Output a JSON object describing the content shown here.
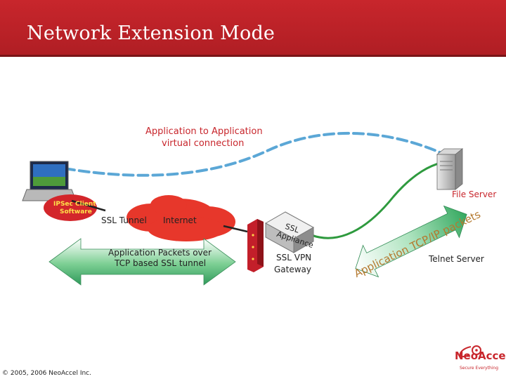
{
  "slide": {
    "title": "Network Extension Mode",
    "footer": "© 2005, 2006 NeoAccel Inc."
  },
  "labels": {
    "app_to_app_line1": "Application to Application",
    "app_to_app_line2": "virtual connection",
    "file_server": "File Server",
    "ipsec_line1": "IPSec Client",
    "ipsec_line2": "Software",
    "ssl_tunnel": "SSL Tunnel",
    "internet": "Internet",
    "app_packets_line1": "Application Packets over",
    "app_packets_line2": "TCP based SSL tunnel",
    "ssl_appliance_line1": "SSL",
    "ssl_appliance_line2": "Appliance",
    "ssl_vpn_line1": "SSL VPN",
    "ssl_vpn_line2": "Gateway",
    "app_tcpip_packets": "Application TCP/IP packets",
    "telnet_server": "Telnet Server"
  },
  "logo": {
    "name": "NeoAccel",
    "tagline": "Secure Everything"
  },
  "colors": {
    "header": "#c8262c",
    "accent_text": "#c8262c",
    "dashed_line": "#5ba7d6",
    "green_link": "#2e9a3e",
    "cloud": "#e7372b",
    "arrow_fill": "#3aa66a"
  },
  "icons": [
    "laptop-icon",
    "file-server-icon",
    "internet-cloud-icon",
    "ssl-appliance-icon",
    "firewall-icon",
    "logo-icon"
  ]
}
